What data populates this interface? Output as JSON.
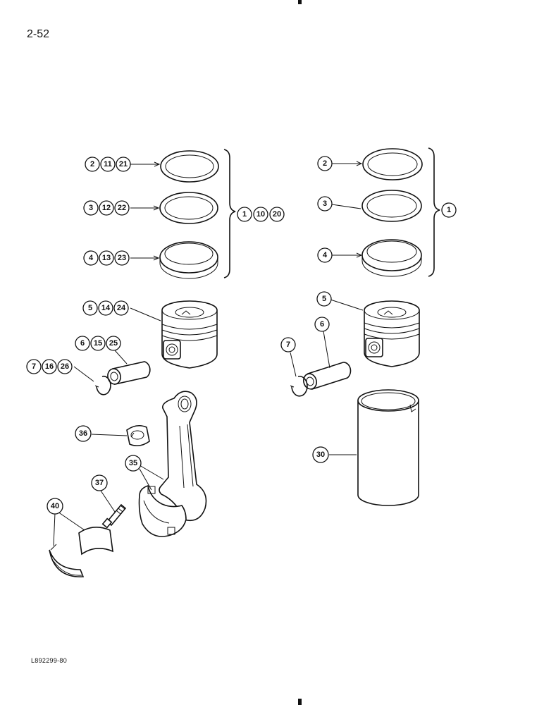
{
  "page_number": "2-52",
  "footer_code": "L892299-80",
  "left_set": {
    "callouts": {
      "ring_top": [
        "2",
        "11",
        "21"
      ],
      "ring_mid": [
        "3",
        "12",
        "22"
      ],
      "ring_bottom": [
        "4",
        "13",
        "23"
      ],
      "ring_set": [
        "1",
        "10",
        "20"
      ],
      "piston": [
        "5",
        "14",
        "24"
      ],
      "pin": [
        "6",
        "15",
        "25"
      ],
      "retainer": [
        "7",
        "16",
        "26"
      ],
      "bushing": [
        "36"
      ],
      "rod": [
        "35"
      ],
      "bolt": [
        "37"
      ],
      "bearing": [
        "40"
      ]
    }
  },
  "right_set": {
    "callouts": {
      "ring_top": [
        "2"
      ],
      "ring_mid": [
        "3"
      ],
      "ring_bottom": [
        "4"
      ],
      "ring_set": [
        "1"
      ],
      "piston": [
        "5"
      ],
      "pin": [
        "6"
      ],
      "retainer": [
        "7"
      ],
      "liner": [
        "30"
      ]
    }
  }
}
